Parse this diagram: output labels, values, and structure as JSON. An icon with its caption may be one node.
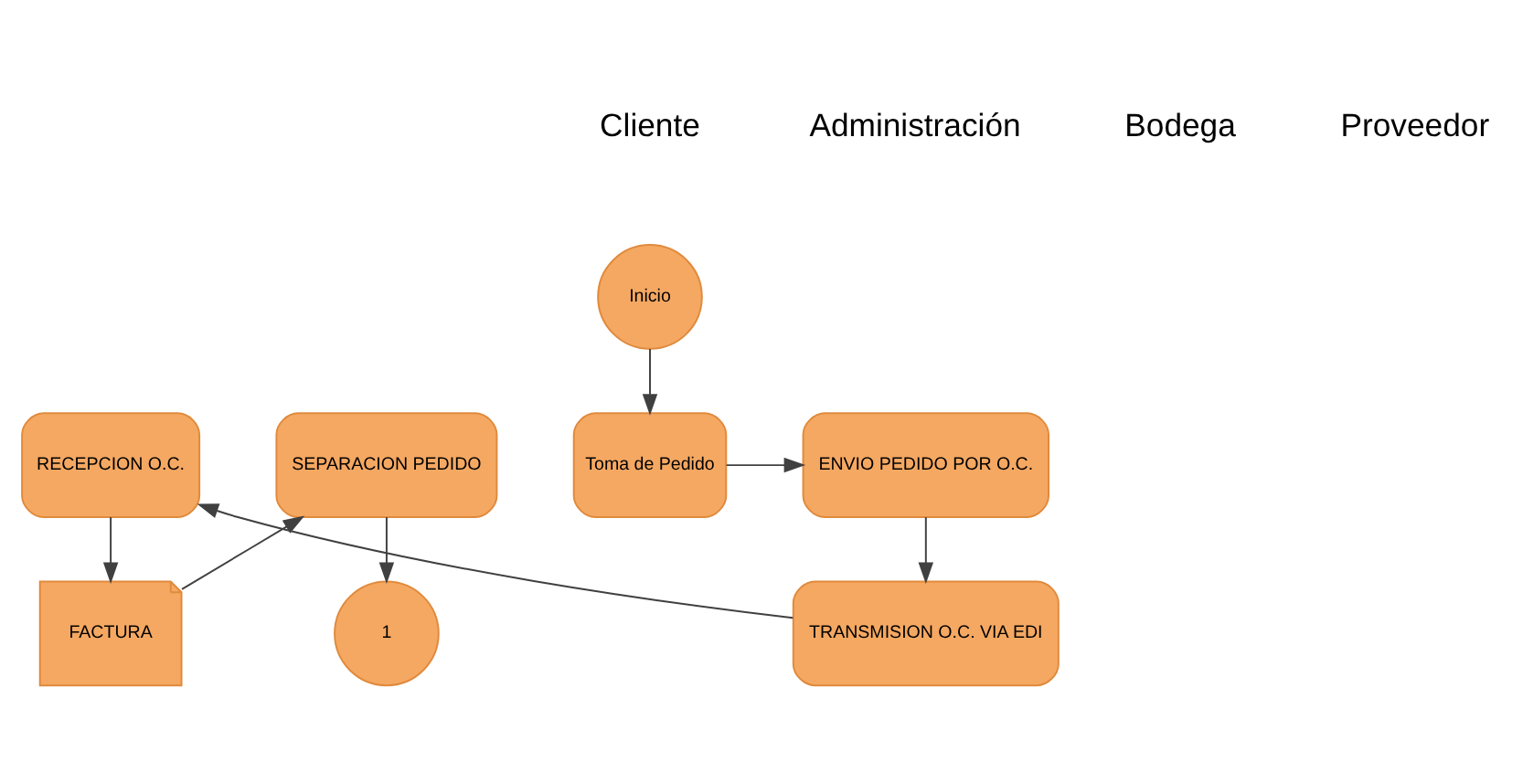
{
  "diagram": {
    "nodes": [
      {
        "text": [
          "Inicio"
        ]
      },
      {
        "text": [
          "Toma de Pedido"
        ]
      },
      {
        "text": [
          "ENVIO PEDIDO POR O.C."
        ]
      },
      {
        "text": [
          "TRANSMISION O.C. VIA EDI"
        ]
      },
      {
        "text": [
          "RECEPCION O.C."
        ]
      },
      {
        "text": [
          "FACTURA"
        ]
      },
      {
        "text": [
          "SEPARACION PEDIDO"
        ]
      },
      {
        "text": [
          "1"
        ]
      }
    ],
    "edges": [
      {
        "from": 0,
        "to": 1,
        "arrow": "to"
      },
      {
        "from": 1,
        "to": 2,
        "arrow": "to"
      },
      {
        "from": 2,
        "to": 3,
        "arrow": "to"
      },
      {
        "from": 3,
        "to": 4,
        "arrow": "to"
      },
      {
        "from": 4,
        "to": 5,
        "arrow": "to"
      },
      {
        "from": 5,
        "to": 6,
        "arrow": "to"
      },
      {
        "from": 6,
        "to": 7,
        "arrow": "to"
      }
    ],
    "labels": [
      "Cliente",
      "Administración",
      "Bodega",
      "Proveedor"
    ]
  }
}
